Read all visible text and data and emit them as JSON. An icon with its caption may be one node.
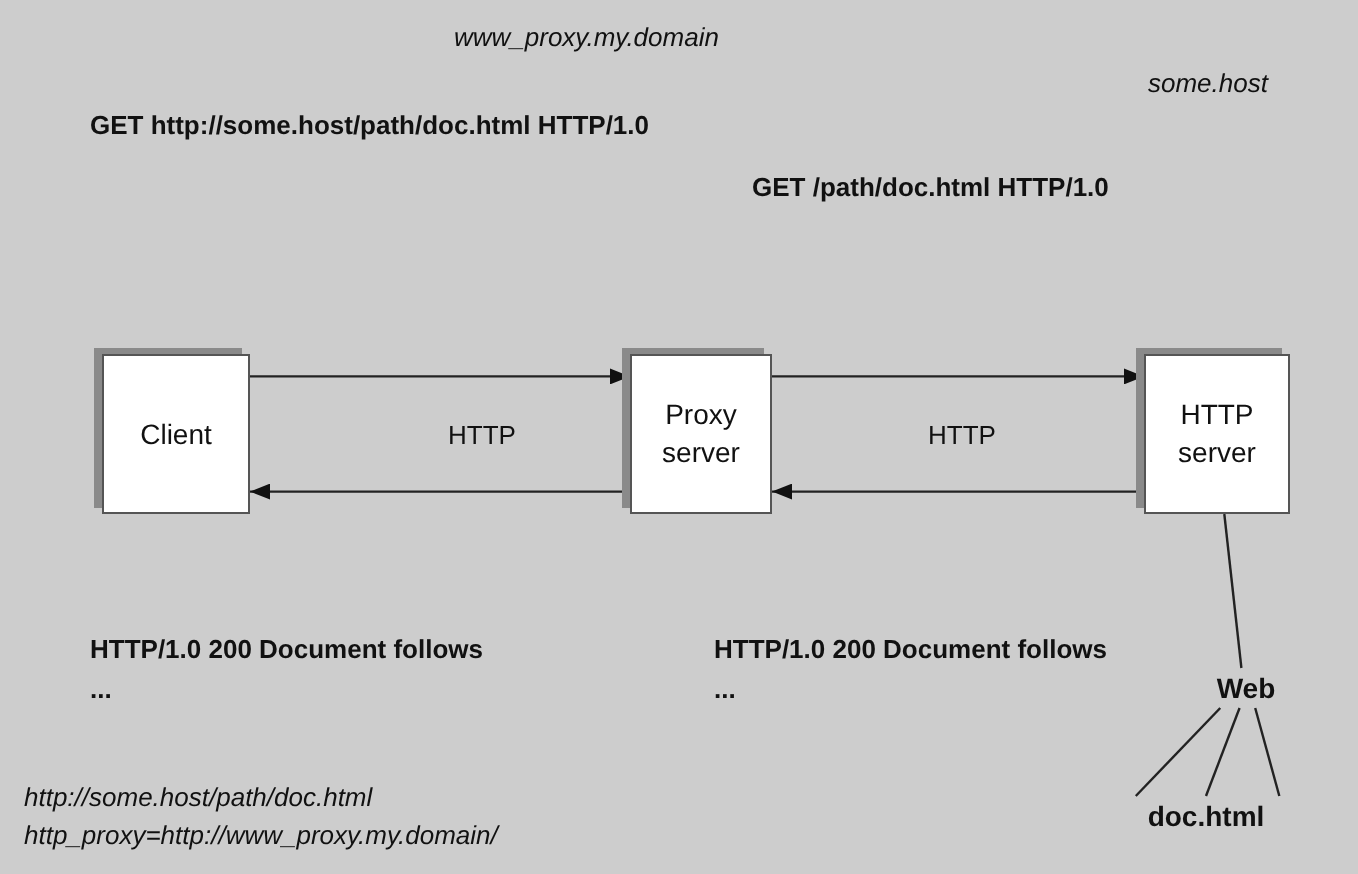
{
  "diagram": {
    "nodes": [
      {
        "text": [
          "Client"
        ]
      },
      {
        "text": [
          "Proxy server"
        ]
      },
      {
        "text": [
          "HTTP server"
        ]
      },
      {
        "text": [
          "Web"
        ]
      },
      {
        "text": [
          "doc.html"
        ]
      }
    ],
    "edges": [
      {
        "from": 0,
        "to": 1,
        "arrow": "to"
      },
      {
        "from": 1,
        "to": 0,
        "arrow": "to"
      },
      {
        "from": 1,
        "to": 2,
        "arrow": "to"
      },
      {
        "from": 2,
        "to": 1,
        "arrow": "to"
      },
      {
        "from": 2,
        "to": 3,
        "arrow": "none"
      },
      {
        "from": 3,
        "to": 4,
        "arrow": "none"
      },
      {
        "from": 3,
        "to": 4,
        "arrow": "none"
      },
      {
        "from": 3,
        "to": 4,
        "arrow": "none"
      }
    ],
    "labels": [
      "www_proxy.my.domain",
      "some.host",
      "GET http://some.host/path/doc.html HTTP/1.0",
      "GET /path/doc.html HTTP/1.0",
      "HTTP",
      "HTTP",
      "HTTP/1.0 200 Document follows",
      "...",
      "HTTP/1.0 200 Document follows",
      "...",
      "http://some.host/path/doc.html",
      "http_proxy=http://www_proxy.my.domain/"
    ]
  }
}
